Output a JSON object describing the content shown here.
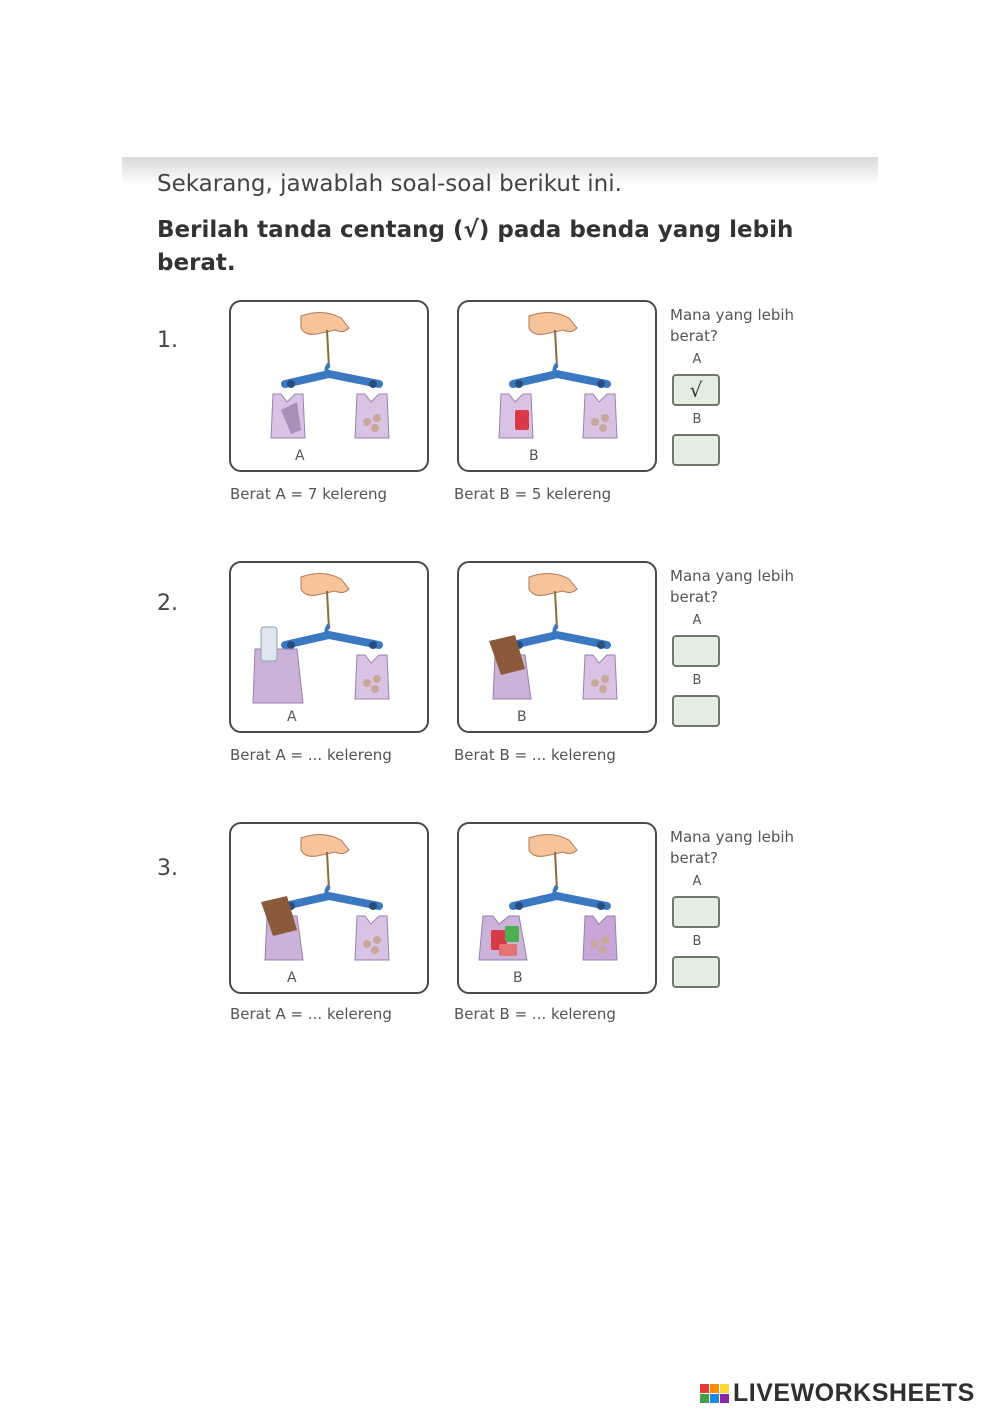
{
  "header": {
    "intro": "Sekarang, jawablah soal-soal berikut ini.",
    "instruction": "Berilah tanda centang (√) pada benda yang lebih berat."
  },
  "questions": [
    {
      "number": "1.",
      "panel_a_label": "A",
      "panel_b_label": "B",
      "caption_a": "Berat A = 7 kelereng",
      "caption_b": "Berat B = 5 kelereng",
      "ask": "Mana yang lebih berat?",
      "option_a": "A",
      "option_b": "B",
      "answer_a": "√",
      "answer_b": ""
    },
    {
      "number": "2.",
      "panel_a_label": "A",
      "panel_b_label": "B",
      "caption_a": "Berat A = ... kelereng",
      "caption_b": "Berat B = ... kelereng",
      "ask": "Mana yang lebih berat?",
      "option_a": "A",
      "option_b": "B",
      "answer_a": "",
      "answer_b": ""
    },
    {
      "number": "3.",
      "panel_a_label": "A",
      "panel_b_label": "B",
      "caption_a": "Berat A = ... kelereng",
      "caption_b": "Berat B = ... kelereng",
      "ask": "Mana yang lebih berat?",
      "option_a": "A",
      "option_b": "B",
      "answer_a": "",
      "answer_b": ""
    }
  ],
  "footer": {
    "logo_text": "LIVEWORKSHEETS",
    "logo_colors": [
      "#e53935",
      "#fb8c00",
      "#fdd835",
      "#43a047",
      "#1e88e5",
      "#8e24aa"
    ]
  },
  "colors": {
    "hanger": "#3a78c2",
    "bag": "#d8c3e4",
    "answer_box": "#e3eee0",
    "hand": "#f6c39a"
  }
}
